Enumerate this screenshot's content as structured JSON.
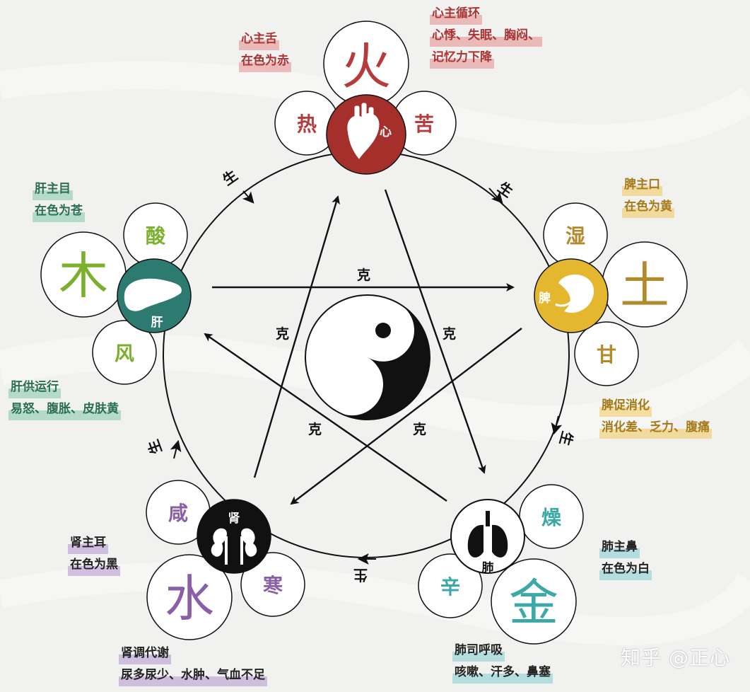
{
  "colors": {
    "heart": "#a5302b",
    "spleen": "#e4b72e",
    "lung": "#5fbfbd",
    "kidney": "#8d6aa8",
    "liver": "#2d7a70",
    "fire_text": "#b93a3a",
    "earth_text": "#b38a2a",
    "metal_text": "#3aa9a8",
    "water_text": "#8b5ea8",
    "wood_text": "#7ab02c"
  },
  "center_symbol": "yin-yang-icon",
  "edges": {
    "sheng": "生",
    "ke": "克"
  },
  "organs": {
    "heart": {
      "label": "心",
      "icon": "heart-icon",
      "element_glyph": "火",
      "left": "热",
      "right": "苦",
      "note_top": [
        "心主舌",
        "在色为赤"
      ],
      "note_side": [
        "心主循环",
        "心悸、失眠、胸闷、",
        "记忆力下降"
      ]
    },
    "spleen": {
      "label": "脾",
      "icon": "spleen-icon",
      "element_glyph": "土",
      "top": "湿",
      "bottom": "甘",
      "note_top": [
        "脾主口",
        "在色为黄"
      ],
      "note_side": [
        "脾促消化",
        "消化差、乏力、腹痛"
      ]
    },
    "lung": {
      "label": "肺",
      "icon": "lungs-icon",
      "element_glyph": "金",
      "top": "燥",
      "left": "辛",
      "note_top": [
        "肺主鼻",
        "在色为白"
      ],
      "note_side": [
        "肺司呼吸",
        "咳嗽、汗多、鼻塞"
      ]
    },
    "kidney": {
      "label": "肾",
      "icon": "kidneys-icon",
      "element_glyph": "水",
      "top": "咸",
      "right": "寒",
      "note_top": [
        "肾主耳",
        "在色为黑"
      ],
      "note_side": [
        "肾调代谢",
        "尿多尿少、水肿、气血不足"
      ]
    },
    "liver": {
      "label": "肝",
      "icon": "liver-icon",
      "element_glyph": "木",
      "top": "酸",
      "bottom": "风",
      "note_top": [
        "肝主目",
        "在色为苍"
      ],
      "note_side": [
        "肝供运行",
        "易怒、腹胀、皮肤黄"
      ]
    }
  },
  "watermark": "知乎 @正心"
}
